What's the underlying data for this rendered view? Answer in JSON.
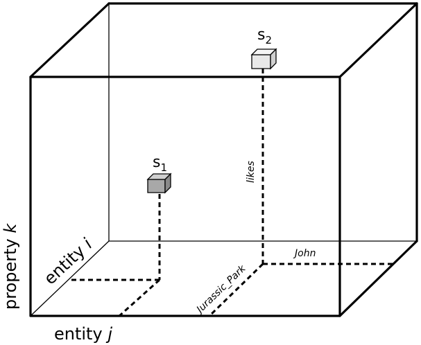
{
  "axes": {
    "entity_i": {
      "word": "entity",
      "var": "i"
    },
    "entity_j": {
      "word": "entity",
      "var": "j"
    },
    "property_k": {
      "word": "property",
      "var": "k"
    }
  },
  "points": [
    {
      "label": "s",
      "subscript": "1",
      "color": "#a8a8a8"
    },
    {
      "label": "s",
      "subscript": "2",
      "color": "#e8e8e8"
    }
  ],
  "relations": {
    "subject": "John",
    "object": "Jurassic_Park",
    "predicate": "likes"
  }
}
